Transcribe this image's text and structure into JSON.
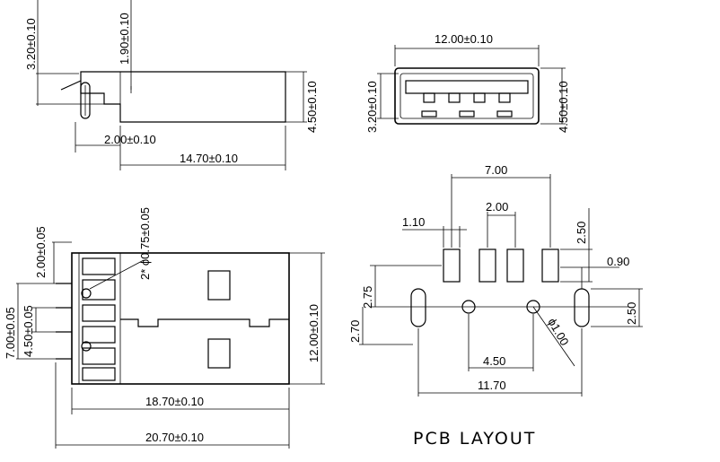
{
  "side_view": {
    "dim_height": "3.20±0.10",
    "dim_step": "1.90±0.10",
    "dim_body_height": "4.50±0.10",
    "dim_offset": "2.00±0.10",
    "dim_length": "14.70±0.10"
  },
  "front_view": {
    "dim_width": "12.00±0.10",
    "dim_inner_height": "3.20±0.10",
    "dim_height": "4.50±0.10"
  },
  "top_view": {
    "dim_pin_pitch": "2.00±0.05",
    "dim_hole": "2* ϕ0.75±0.05",
    "dim_outer_pins": "7.00±0.05",
    "dim_inner_pins": "4.50±0.05",
    "dim_width": "12.00±0.10",
    "dim_body_length": "18.70±0.10",
    "dim_total_length": "20.70±0.10"
  },
  "pcb_layout": {
    "title": "PCB LAYOUT",
    "dim_pad_span": "7.00",
    "dim_pad_pitch": "2.00",
    "dim_pad_width": "1.10",
    "dim_pad_height": "2.50",
    "dim_pad_gap": "0.90",
    "dim_row_offset": "2.75",
    "dim_slot_height": "2.50",
    "dim_slot_offset": "2.70",
    "dim_hole_dia": "ϕ1.00",
    "dim_hole_span": "4.50",
    "dim_slot_span": "11.70"
  }
}
